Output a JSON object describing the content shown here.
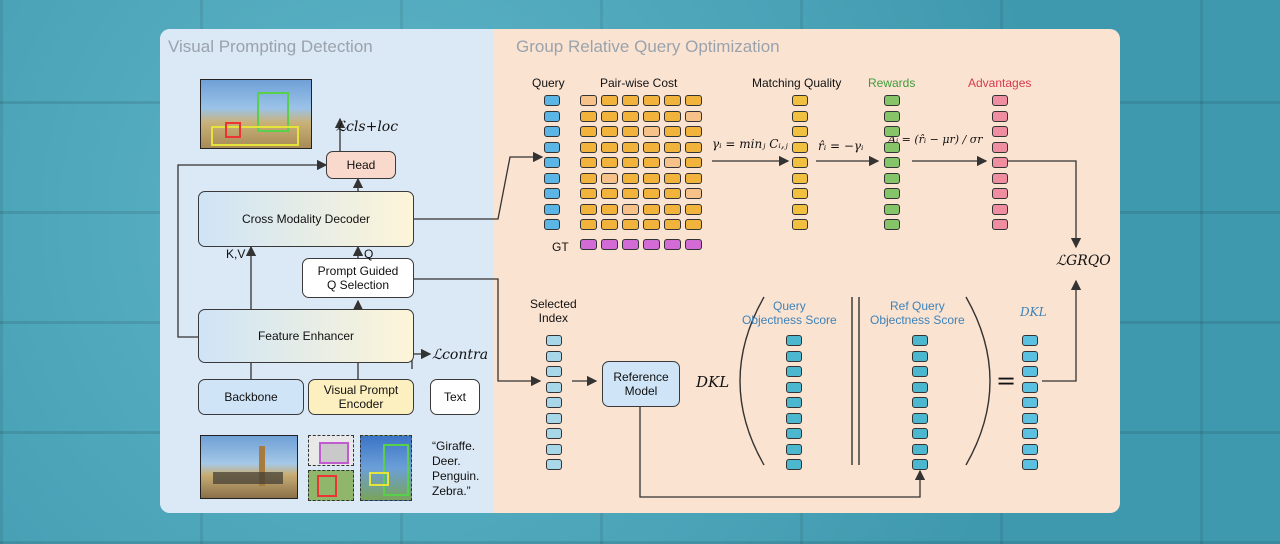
{
  "titles": {
    "left": "Visual Prompting Detection",
    "right": "Group Relative Query Optimization"
  },
  "blocks": {
    "head": "Head",
    "decoder": "Cross Modality Decoder",
    "selection_line1": "Prompt Guided",
    "selection_line2": "Q Selection",
    "enhancer": "Feature Enhancer",
    "backbone": "Backbone",
    "vpe_line1": "Visual Prompt",
    "vpe_line2": "Encoder",
    "text": "Text",
    "reference_line1": "Reference",
    "reference_line2": "Model"
  },
  "labels": {
    "kv": "K,V",
    "q": "Q",
    "query": "Query",
    "cost": "Pair-wise Cost",
    "gt": "GT",
    "matching": "Matching Quality",
    "rewards": "Rewards",
    "advantages": "Advantages",
    "selected_line1": "Selected",
    "selected_line2": "Index",
    "qos_line1": "Query",
    "qos_line2": "Objectness Score",
    "ref_line1": "Ref Query",
    "ref_line2": "Objectness Score",
    "prompt_text_line1": "“Giraffe.",
    "prompt_text_line2": "Deer.",
    "prompt_text_line3": "Penguin.",
    "prompt_text_line4": "Zebra.”"
  },
  "math": {
    "loss_cls_loc": "ℒcls+loc",
    "loss_contra": "ℒcontra",
    "loss_grqo": "ℒGRQO",
    "gamma": "γᵢ = minⱼ Cᵢ,ⱼ",
    "reward": "r̂ᵢ = −γᵢ",
    "advantage": "Âᵢ = (r̂ᵢ − μr) / σr",
    "dkl_small": "DKL",
    "dkl_big": "DKL",
    "equals": "="
  },
  "colors": {
    "query": "#5bb6e6",
    "cost": "#f2b33d",
    "cost_light": "#f6c28a",
    "matching": "#f2c040",
    "rewards": "#86c46a",
    "advantages": "#ee8ea0",
    "gt": "#d36bd6",
    "selected": "#a9d7ea",
    "score": "#4cb8cf",
    "dkl": "#5cc0e0",
    "rewards_text": "#3f9b3a",
    "advantages_text": "#d53a4a",
    "dkl_text": "#3d82b8",
    "qos_text": "#3d82b8"
  }
}
